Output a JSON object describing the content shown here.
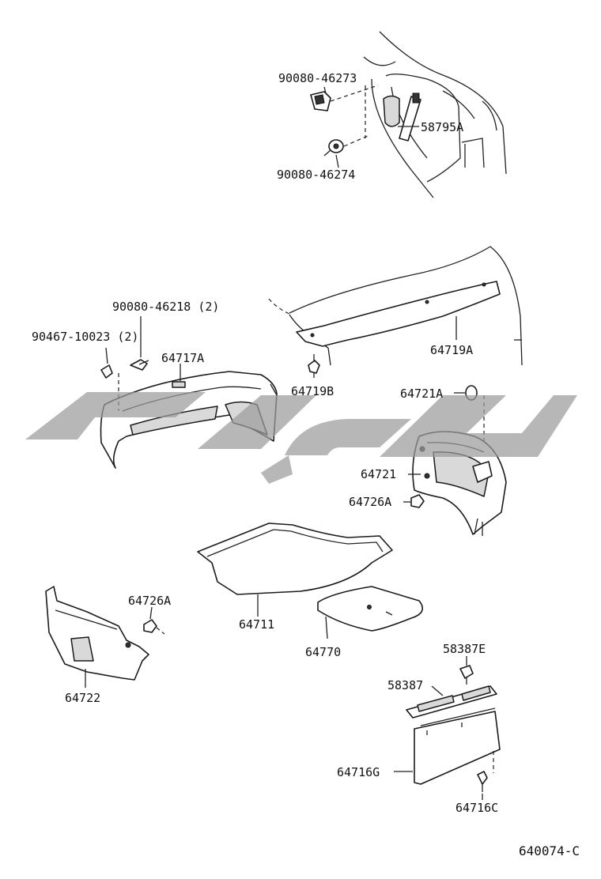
{
  "diagram_code": "640074-C",
  "parts": [
    {
      "id": "p1",
      "label": "90080-46273"
    },
    {
      "id": "p2",
      "label": "58795A"
    },
    {
      "id": "p3",
      "label": "90080-46274"
    },
    {
      "id": "p4",
      "label": "90080-46218 (2)"
    },
    {
      "id": "p5",
      "label": "90467-10023 (2)"
    },
    {
      "id": "p6",
      "label": "64717A"
    },
    {
      "id": "p7",
      "label": "64719A"
    },
    {
      "id": "p8",
      "label": "64719B"
    },
    {
      "id": "p9",
      "label": "64721A"
    },
    {
      "id": "p10",
      "label": "64721"
    },
    {
      "id": "p11",
      "label": "64726A"
    },
    {
      "id": "p12",
      "label": "64711"
    },
    {
      "id": "p13",
      "label": "64726A"
    },
    {
      "id": "p14",
      "label": "64722"
    },
    {
      "id": "p15",
      "label": "64770"
    },
    {
      "id": "p16",
      "label": "58387E"
    },
    {
      "id": "p17",
      "label": "58387"
    },
    {
      "id": "p18",
      "label": "64716G"
    },
    {
      "id": "p19",
      "label": "64716C"
    }
  ]
}
